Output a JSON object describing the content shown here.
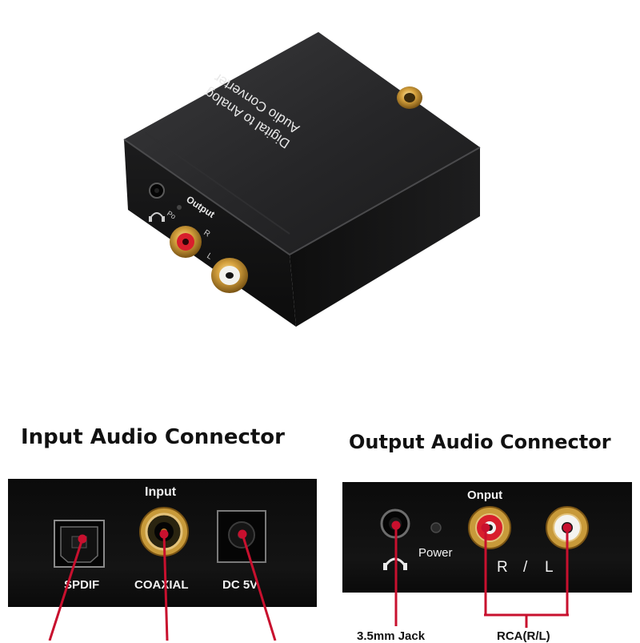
{
  "product": {
    "top_label_line1": "Digital to Analog",
    "top_label_line2": "Audio Converter",
    "front_output_label": "Output",
    "front_r_label": "R",
    "front_l_label": "L",
    "front_power_label": "Po"
  },
  "input_section": {
    "title": "Input Audio Connector",
    "panel_label": "Input",
    "ports": [
      "SPDIF",
      "COAXIAL",
      "DC 5V"
    ]
  },
  "output_section": {
    "title": "Output Audio Connector",
    "panel_label": "Onput",
    "power_label": "Power",
    "r_label": "R",
    "slash_label": "/",
    "l_label": "L",
    "caption_jack": "3.5mm Jack",
    "caption_rca": "RCA(R/L)"
  },
  "colors": {
    "pointer_red": "#c8102e",
    "gold": "#d4a640",
    "rca_red": "#d81e2c"
  },
  "icons": [
    "headphones-icon",
    "optical-port-icon",
    "coaxial-port-icon",
    "dc-jack-icon",
    "rca-red-port-icon",
    "rca-white-port-icon",
    "power-led-icon"
  ]
}
